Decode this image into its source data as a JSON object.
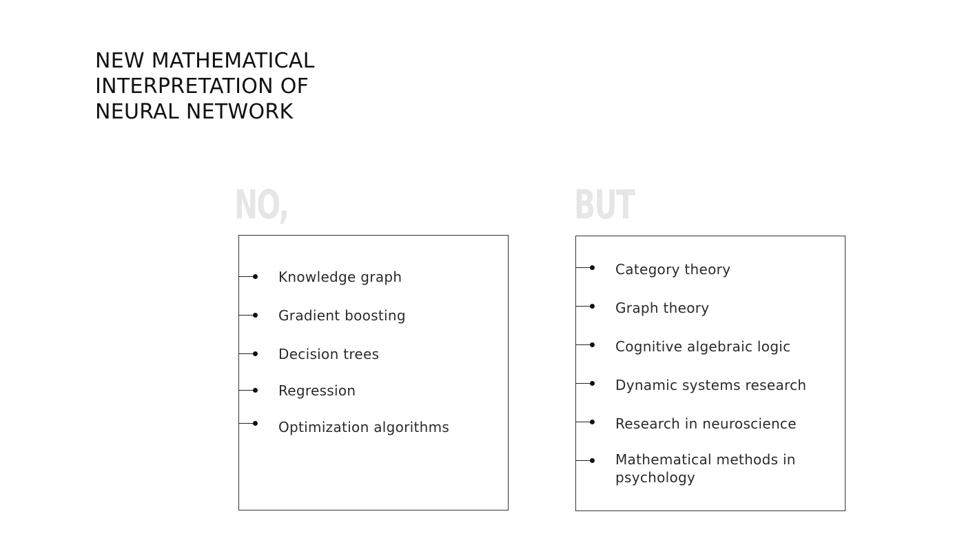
{
  "slide": {
    "title_lines": [
      "NEW MATHEMATICAL",
      "INTERPRETATION OF",
      "NEURAL NETWORK"
    ],
    "no_column": {
      "heading": "NO,",
      "items": [
        "Knowledge graph",
        "Gradient boosting",
        "Decision trees",
        "Regression",
        "Optimization algorithms"
      ]
    },
    "but_column": {
      "heading": "BUT",
      "items": [
        "Category theory",
        "Graph theory",
        "Cognitive algebraic logic",
        "Dynamic systems research",
        "Research in neuroscience",
        "Mathematical methods in psychology"
      ]
    },
    "colors": {
      "heading_gray": "#e6e6e6",
      "text": "#2a2a2a",
      "border": "#333333"
    }
  }
}
